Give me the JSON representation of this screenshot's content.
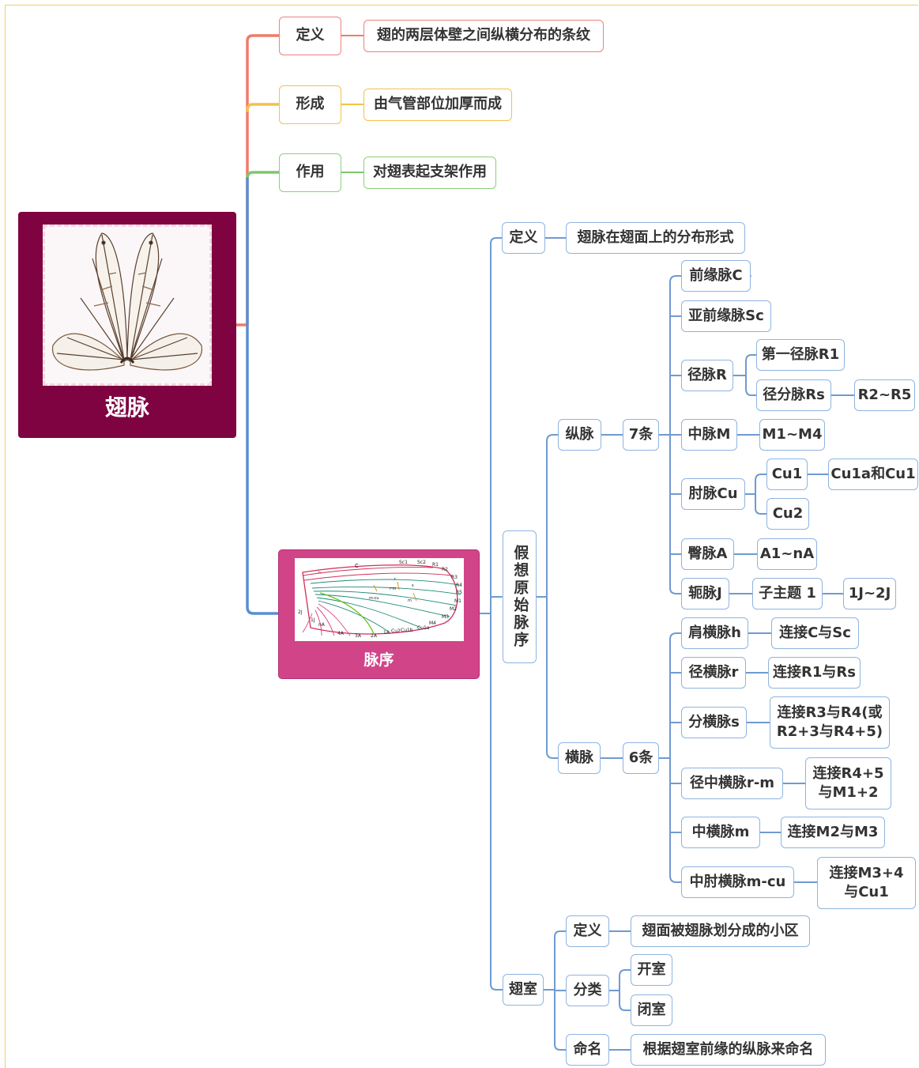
{
  "root": {
    "title": "翅脉",
    "image_icon": "cicada-wings-photo"
  },
  "branches": {
    "definition": {
      "label": "定义",
      "value": "翅的两层体壁之间纵横分布的条纹"
    },
    "formation": {
      "label": "形成",
      "value": "由气管部位加厚而成"
    },
    "function": {
      "label": "作用",
      "value": "对翅表起支架作用"
    }
  },
  "venation": {
    "title": "脉序",
    "figure_icon": "wing-venation-diagram",
    "figure_labels": [
      "C",
      "Sc1",
      "Sc2",
      "R1",
      "R2",
      "R3",
      "R4",
      "R5",
      "M1",
      "M2",
      "M3",
      "M4",
      "Cu1a",
      "Cu1b",
      "Cu2",
      "1A",
      "2A",
      "3A",
      "4A",
      "nA",
      "1J",
      "2J",
      "h",
      "r",
      "s",
      "r-m",
      "m",
      "m-cu"
    ],
    "definition": {
      "label": "定义",
      "value": "翅脉在翅面上的分布形式"
    },
    "hypo": {
      "label": "假想原始脉序",
      "longitudinal": {
        "label": "纵脉",
        "count": "7条",
        "items": {
          "c": "前缘脉C",
          "sc": "亚前缘脉Sc",
          "r": {
            "label": "径脉R",
            "r1": "第一径脉R1",
            "rs": "径分脉Rs",
            "rs_sub": "R2~R5"
          },
          "m": {
            "label": "中脉M",
            "sub": "M1~M4"
          },
          "cu": {
            "label": "肘脉Cu",
            "cu1": "Cu1",
            "cu1_sub": "Cu1a和Cu1",
            "cu2": "Cu2"
          },
          "a": {
            "label": "臀脉A",
            "sub": "A1~nA"
          },
          "j": {
            "label": "轭脉J",
            "sub": "子主题 1",
            "sub2": "1J~2J"
          }
        }
      },
      "cross": {
        "label": "横脉",
        "count": "6条",
        "items": {
          "h": {
            "label": "肩横脉h",
            "value": "连接C与Sc"
          },
          "r": {
            "label": "径横脉r",
            "value": "连接R1与Rs"
          },
          "s": {
            "label": "分横脉s",
            "value": "连接R3与R4(或R2+3与R4+5)"
          },
          "rm": {
            "label": "径中横脉r-m",
            "value": "连接R4+5与M1+2"
          },
          "m": {
            "label": "中横脉m",
            "value": "连接M2与M3"
          },
          "mcu": {
            "label": "中肘横脉m-cu",
            "value": "连接M3+4与Cu1"
          }
        }
      }
    },
    "cell": {
      "label": "翅室",
      "definition": {
        "label": "定义",
        "value": "翅面被翅脉划分成的小区"
      },
      "classification": {
        "label": "分类",
        "open": "开室",
        "closed": "闭室"
      },
      "naming": {
        "label": "命名",
        "value": "根据翅室前缘的纵脉来命名"
      }
    }
  },
  "colors": {
    "root_bg": "#7e0340",
    "venation_bg": "#d14488",
    "line_definition": "#f07a6a",
    "line_formation": "#f2c24c",
    "line_function": "#7cc96a",
    "line_venation": "#5a8fd2",
    "subtree_line": "#6f9ad0"
  }
}
